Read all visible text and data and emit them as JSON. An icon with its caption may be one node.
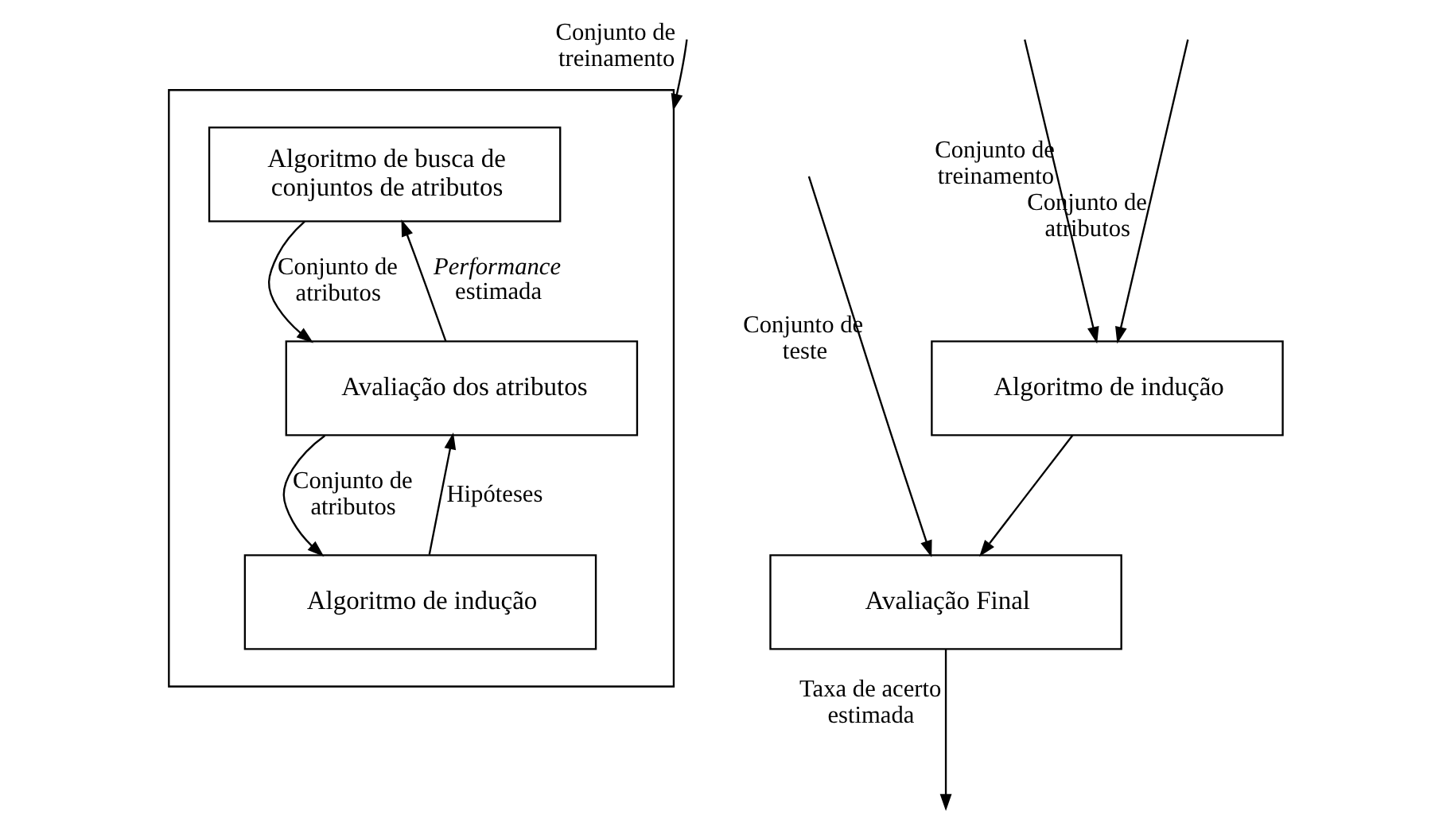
{
  "diagram": {
    "nodes": [
      {
        "text": [],
        "shape": "box"
      },
      {
        "text": [
          "Algoritmo de busca de conjuntos de atributos"
        ],
        "in": 0
      },
      {
        "text": [
          "Avaliação dos atributos"
        ],
        "in": 0
      },
      {
        "text": [
          "Algoritmo de indução"
        ],
        "in": 0
      },
      {
        "text": [
          "Algoritmo de indução"
        ]
      },
      {
        "text": [
          "Avaliação Final"
        ]
      }
    ],
    "edges": [
      {
        "from": null,
        "to": 0,
        "arrow": "to",
        "label": "Conjunto de treinamento"
      },
      {
        "from": 1,
        "to": 2,
        "arrow": "to",
        "label": "Conjunto de atributos"
      },
      {
        "from": 2,
        "to": 1,
        "arrow": "to",
        "label": "*Performance* estimada"
      },
      {
        "from": 2,
        "to": 3,
        "arrow": "to",
        "label": "Conjunto de atributos"
      },
      {
        "from": 3,
        "to": 2,
        "arrow": "to",
        "label": "Hipóteses"
      },
      {
        "from": null,
        "to": 4,
        "arrow": "to",
        "label": "Conjunto de treinamento"
      },
      {
        "from": null,
        "to": 4,
        "arrow": "to",
        "label": "Conjunto de atributos"
      },
      {
        "from": 4,
        "to": 5,
        "arrow": "to"
      },
      {
        "from": null,
        "to": 5,
        "arrow": "to",
        "label": "Conjunto de teste"
      },
      {
        "from": 5,
        "to": null,
        "arrow": "to",
        "label": "Taxa de acerto estimada"
      }
    ]
  }
}
